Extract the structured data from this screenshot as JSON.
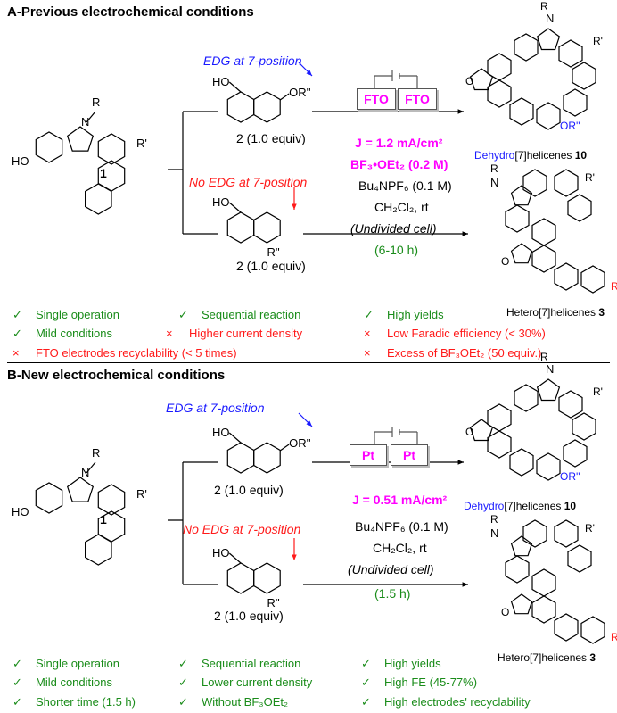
{
  "section_a": {
    "title": "A-Previous electrochemical conditions",
    "edg_label": "EDG at 7-position",
    "no_edg_label": "No EDG at 7-position",
    "reagent_equiv_top": "2 (1.0 equiv)",
    "reagent_equiv_bottom": "2 (1.0 equiv)",
    "compound_1": "1",
    "electrode_left": "FTO",
    "electrode_right": "FTO",
    "current_density": "J = 1.2 mA/cm²",
    "lewis_acid": "BF₃•OEt₂ (0.2 M)",
    "electrolyte": "Bu₄NPF₆ (0.1 M)",
    "solvent": "CH₂Cl₂, rt",
    "cell": "(Undivided cell)",
    "time": "(6-10 h)",
    "product_top_prefix": "Dehydro",
    "product_top_suffix": "[7]helicenes",
    "product_top_num": "10",
    "product_bottom": "Hetero[7]helicenes",
    "product_bottom_num": "3",
    "bullets": [
      {
        "mark": "✓",
        "text": "Single operation",
        "type": "pro"
      },
      {
        "mark": "✓",
        "text": "Sequential reaction",
        "type": "pro"
      },
      {
        "mark": "✓",
        "text": "High yields",
        "type": "pro"
      },
      {
        "mark": "✓",
        "text": "Mild conditions",
        "type": "pro"
      },
      {
        "mark": "×",
        "text": "Higher current density",
        "type": "con"
      },
      {
        "mark": "×",
        "text": "Low Faradic efficiency (< 30%)",
        "type": "con"
      },
      {
        "mark": "×",
        "text": "FTO electrodes recyclability  (< 5 times)",
        "type": "con"
      },
      {
        "mark": "×",
        "text": "Excess of BF₃OEt₂ (50 equiv.)",
        "type": "con"
      }
    ]
  },
  "section_b": {
    "title": "B-New electrochemical conditions",
    "edg_label": "EDG at 7-position",
    "no_edg_label": "No EDG at 7-position",
    "reagent_equiv_top": "2 (1.0 equiv)",
    "reagent_equiv_bottom": "2 (1.0 equiv)",
    "compound_1": "1",
    "electrode_left": "Pt",
    "electrode_right": "Pt",
    "current_density": "J = 0.51 mA/cm²",
    "electrolyte": "Bu₄NPF₆ (0.1 M)",
    "solvent": "CH₂Cl₂, rt",
    "cell": "(Undivided cell)",
    "time": "(1.5 h)",
    "product_top_prefix": "Dehydro",
    "product_top_suffix": "[7]helicenes",
    "product_top_num": "10",
    "product_bottom": "Hetero[7]helicenes",
    "product_bottom_num": "3",
    "bullets": [
      {
        "mark": "✓",
        "text": "Single operation"
      },
      {
        "mark": "✓",
        "text": "Sequential reaction"
      },
      {
        "mark": "✓",
        "text": "High yields"
      },
      {
        "mark": "✓",
        "text": "Mild conditions"
      },
      {
        "mark": "✓",
        "text": "Lower current density"
      },
      {
        "mark": "✓",
        "text": "High FE (45-77%)"
      },
      {
        "mark": "✓",
        "text": "Shorter time (1.5 h)"
      },
      {
        "mark": "✓",
        "text": "Without BF₃OEt₂"
      },
      {
        "mark": "✓",
        "text": "High electrodes' recyclability"
      }
    ]
  },
  "atoms": {
    "ho": "HO",
    "n": "N",
    "r": "R",
    "r1": "R'",
    "r2": "R''",
    "or2": "OR''",
    "o": "O"
  },
  "colors": {
    "pro": "#1a8c1a",
    "con": "#ff1a1a",
    "edg": "#1a1aff",
    "no_edg": "#ff1a1a",
    "reagent": "#ff00ff"
  }
}
